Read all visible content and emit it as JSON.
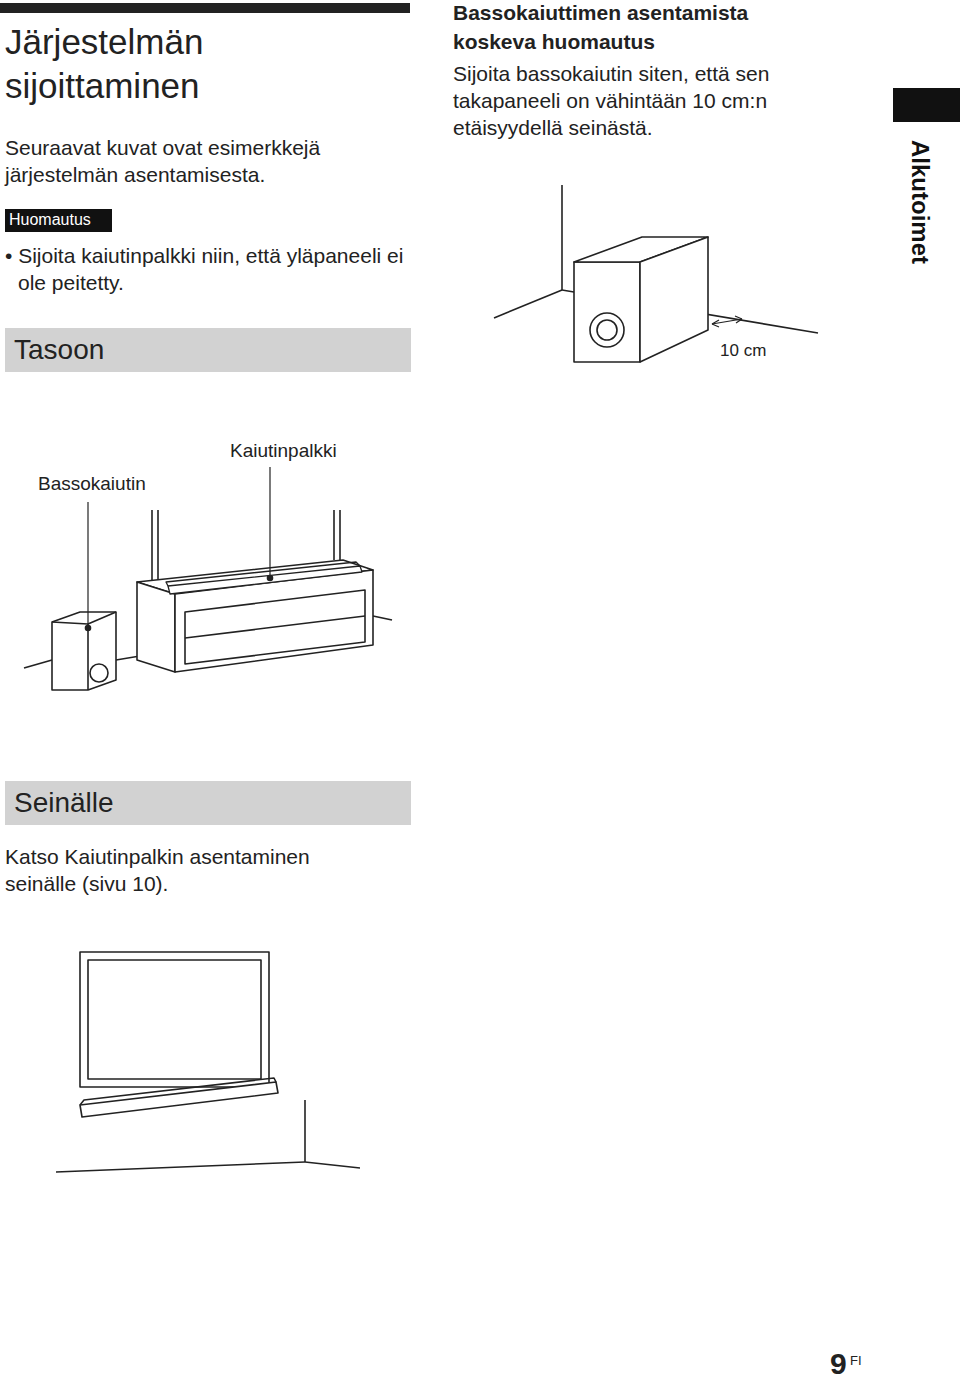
{
  "diagram": {
    "title": "Järjestelmän sijoittaminen",
    "nodes": [
      {
        "text": [
          "Huomautus"
        ]
      },
      {
        "text": [
          "Tasoon"
        ]
      },
      {
        "text": [
          "Seinälle"
        ]
      }
    ],
    "labels": [
      "Seuraavat kuvat ovat esimerkkejä järjestelmän asentamisesta.",
      "• Sijoita kaiutinpalkki niin, että yläpaneeli ei ole peitetty.",
      "Bassokaiuttimen asentamista koskeva huomautus",
      "Sijoita bassokaiutin siten, että sen takapaneeli on vähintään 10 cm:n etäisyydellä seinästä.",
      "10 cm",
      "Alkutoimet",
      "Bassokaiutin",
      "Kaiutinpalkki",
      "Katso Kaiutinpalkin asentaminen seinälle (sivu 10).",
      "9",
      "FI"
    ]
  }
}
